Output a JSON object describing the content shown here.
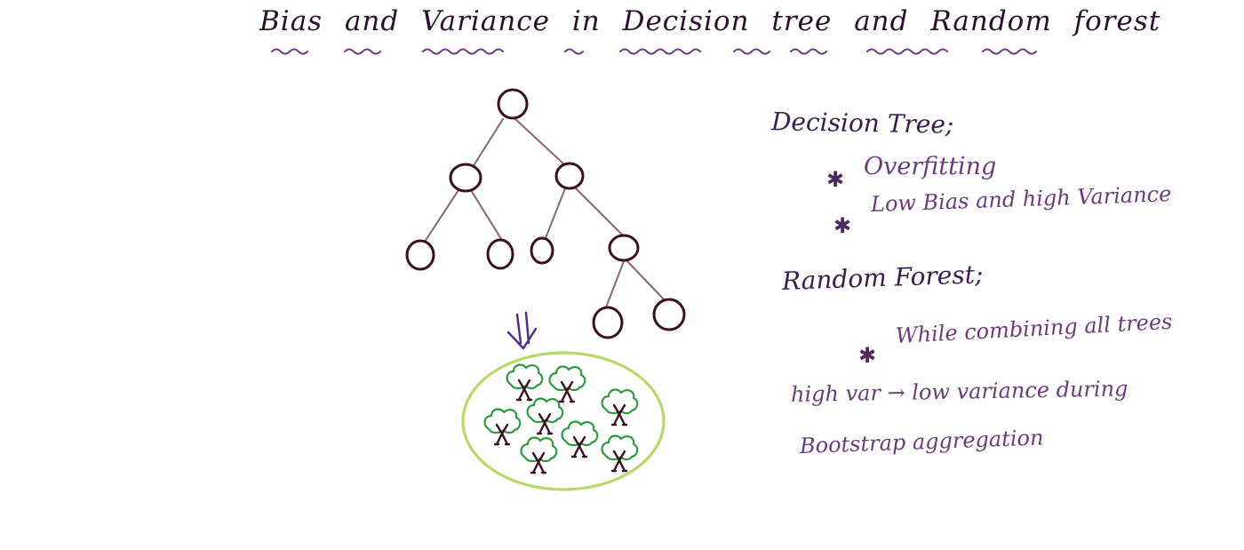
{
  "title": "Bias and Variance in Decision tree and Random forest",
  "decision_tree": {
    "heading": "Decision Tree;",
    "bullets": [
      "Overfitting",
      "Low Bias and high Variance"
    ]
  },
  "random_forest": {
    "heading": "Random Forest;",
    "bullet": "While combining all trees",
    "line1": "high var → low variance during",
    "line2": "Bootstrap aggregation"
  },
  "colors": {
    "title_ink": "#2a0f2f",
    "text_ink": "#6b3a7d",
    "title_underline": "#6b3a7d",
    "tree_nodes": "#3a0f25",
    "tree_edges": "#8a6470",
    "forest_outline": "#b8d86a",
    "forest_canopy": "#2e9a3e",
    "forest_trunk": "#3a0f25",
    "arrow": "#4b2a8a"
  }
}
